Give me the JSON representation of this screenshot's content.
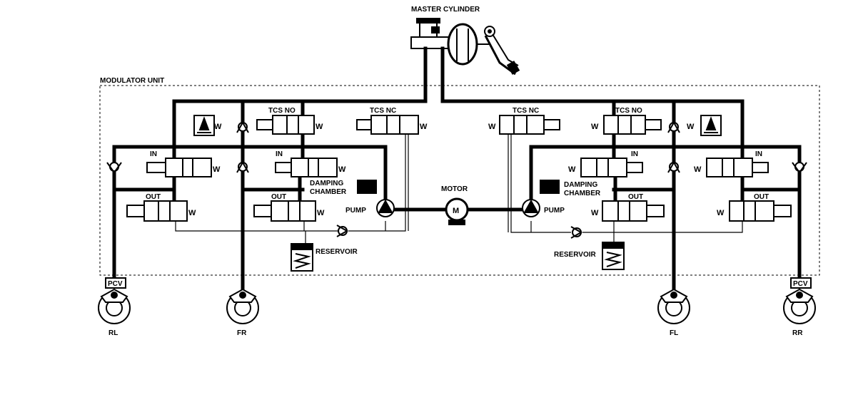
{
  "labels": {
    "master_cylinder": "MASTER CYLINDER",
    "modulator_unit": "MODULATOR UNIT",
    "tcs_no": "TCS NO",
    "tcs_nc": "TCS NC",
    "in": "IN",
    "out": "OUT",
    "damping_chamber_1": "DAMPING",
    "damping_chamber_2": "CHAMBER",
    "pump": "PUMP",
    "motor": "MOTOR",
    "motor_symbol": "M",
    "reservoir": "RESERVOIR",
    "pcv": "PCV",
    "spring": "W"
  },
  "wheels": {
    "rl": "RL",
    "fr": "FR",
    "fl": "FL",
    "rr": "RR"
  }
}
